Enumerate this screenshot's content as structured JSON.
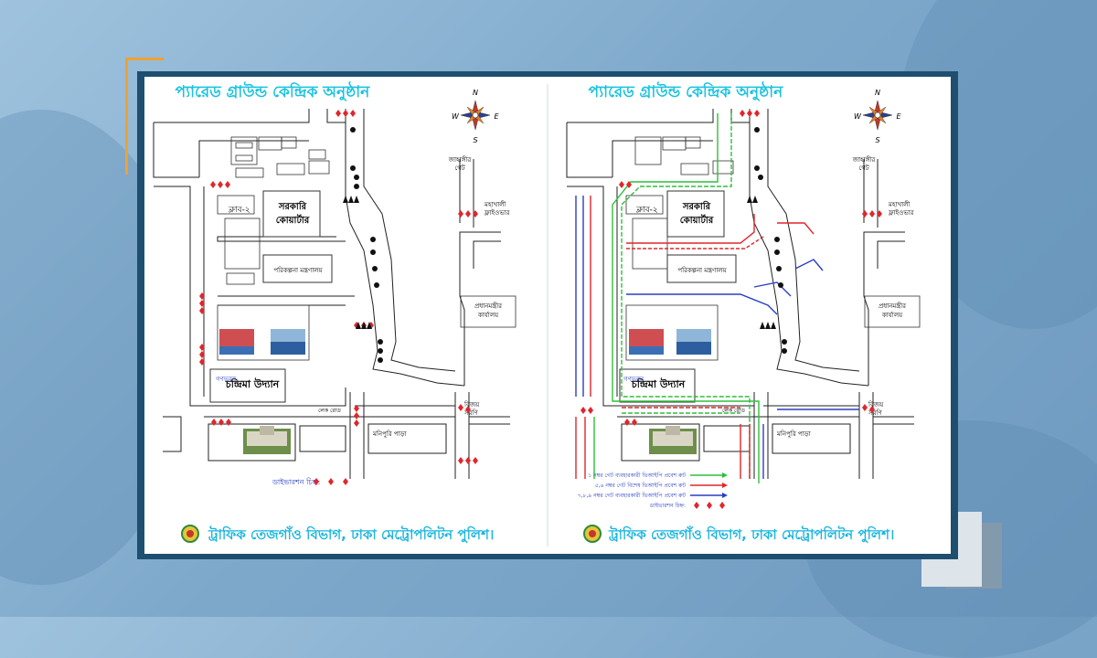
{
  "maps": [
    {
      "title": "প্যারেড গ্রাউন্ড কেন্দ্রিক অনুষ্ঠান",
      "footer": "ট্রাফিক তেজগাঁও বিভাগ, ঢাকা মেট্রোপলিটন পুলিশ।",
      "compass": {
        "n": "N",
        "s": "S",
        "e": "E",
        "w": "W"
      },
      "labels": {
        "club2": "ক্লাব-২",
        "govt_quarter_1": "সরকারি",
        "govt_quarter_2": "কোয়ার্টার",
        "parikalpana": "পরিকল্পনা মন্ত্রণালয়",
        "chandrima": "চন্দ্রিমা উদ্যান",
        "ganabhaban": "গণভবন",
        "jahangir_1": "জাহাঙ্গীর",
        "jahangir_2": "গেট",
        "mohakhali_1": "মহাখালী",
        "mohakhali_2": "ফ্লাইওভার",
        "pm_office_1": "প্রধানমন্ত্রীর",
        "pm_office_2": "কার্যালয়",
        "bijoy_1": "বিজয়",
        "bijoy_2": "সরণি",
        "monipuri": "মনিপুরি পাড়া",
        "lake_road": "লেক রোড",
        "diversion": "ডাইভারশন চিহ্ন:"
      }
    },
    {
      "title": "প্যারেড গ্রাউন্ড কেন্দ্রিক অনুষ্ঠান",
      "footer": "ট্রাফিক তেজগাঁও বিভাগ, ঢাকা মেট্রোপলিটন পুলিশ।",
      "compass": {
        "n": "N",
        "s": "S",
        "e": "E",
        "w": "W"
      },
      "labels": {
        "club2": "ক্লাব-২",
        "govt_quarter_1": "সরকারি",
        "govt_quarter_2": "কোয়ার্টার",
        "parikalpana": "পরিকল্পনা মন্ত্রণালয়",
        "chandrima": "চন্দ্রিমা উদ্যান",
        "ganabhaban": "গণভবন",
        "jahangir_1": "জাহাঙ্গীর",
        "jahangir_2": "গেট",
        "mohakhali_1": "মহাখালী",
        "mohakhali_2": "ফ্লাইওভার",
        "pm_office_1": "প্রধানমন্ত্রীর",
        "pm_office_2": "কার্যালয়",
        "bijoy_1": "বিজয়",
        "bijoy_2": "সরণি",
        "monipuri": "মনিপুরি পাড়া",
        "lake_road": "লেক রোড",
        "diversion": "ডাইভারশন চিহ্ন:"
      },
      "legend": [
        {
          "label": "১ নম্বর গেট ব্যবহারকারী ভিআইপি প্রবেশ রুট",
          "color": "#2fbf3a"
        },
        {
          "label": "৫,৬ নম্বর গেট বিশেষ ভিআইপি প্রবেশ রুট",
          "color": "#e0262b"
        },
        {
          "label": "৭,৮,৯ নম্বর গেট ব্যবহারকারী ভিআইপি প্রবেশ রুট",
          "color": "#2a3fc0"
        }
      ]
    }
  ],
  "colors": {
    "title": "#19c3e0",
    "footer": "#1bb6de",
    "diversion": "#e0262b",
    "road": "#222222"
  }
}
